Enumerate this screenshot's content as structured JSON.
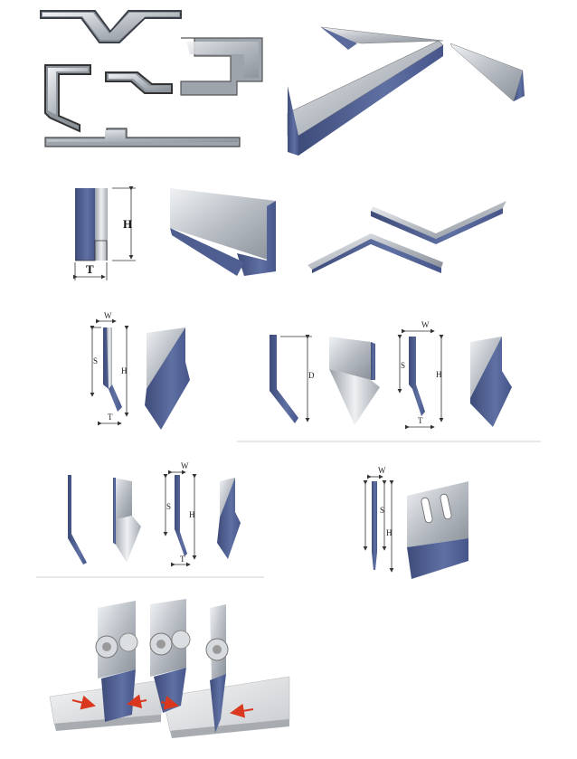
{
  "labels": {
    "h": "H",
    "t": "T",
    "w": "W",
    "s": "S",
    "d": "D"
  },
  "colors": {
    "blade_steel": "#b9bec6",
    "blade_highlight": "#e8ebee",
    "blade_body": "#5a6a9c",
    "blade_body_dark": "#3e4c7a",
    "plate": "#d8dadd",
    "arrow": "#d9381e"
  },
  "icons": [
    "bending-punch-set-icon",
    "corner-blade-icon",
    "flat-knife-icon",
    "bevel-knife-icon",
    "slotted-knife-icon",
    "cutting-demo-icon"
  ]
}
